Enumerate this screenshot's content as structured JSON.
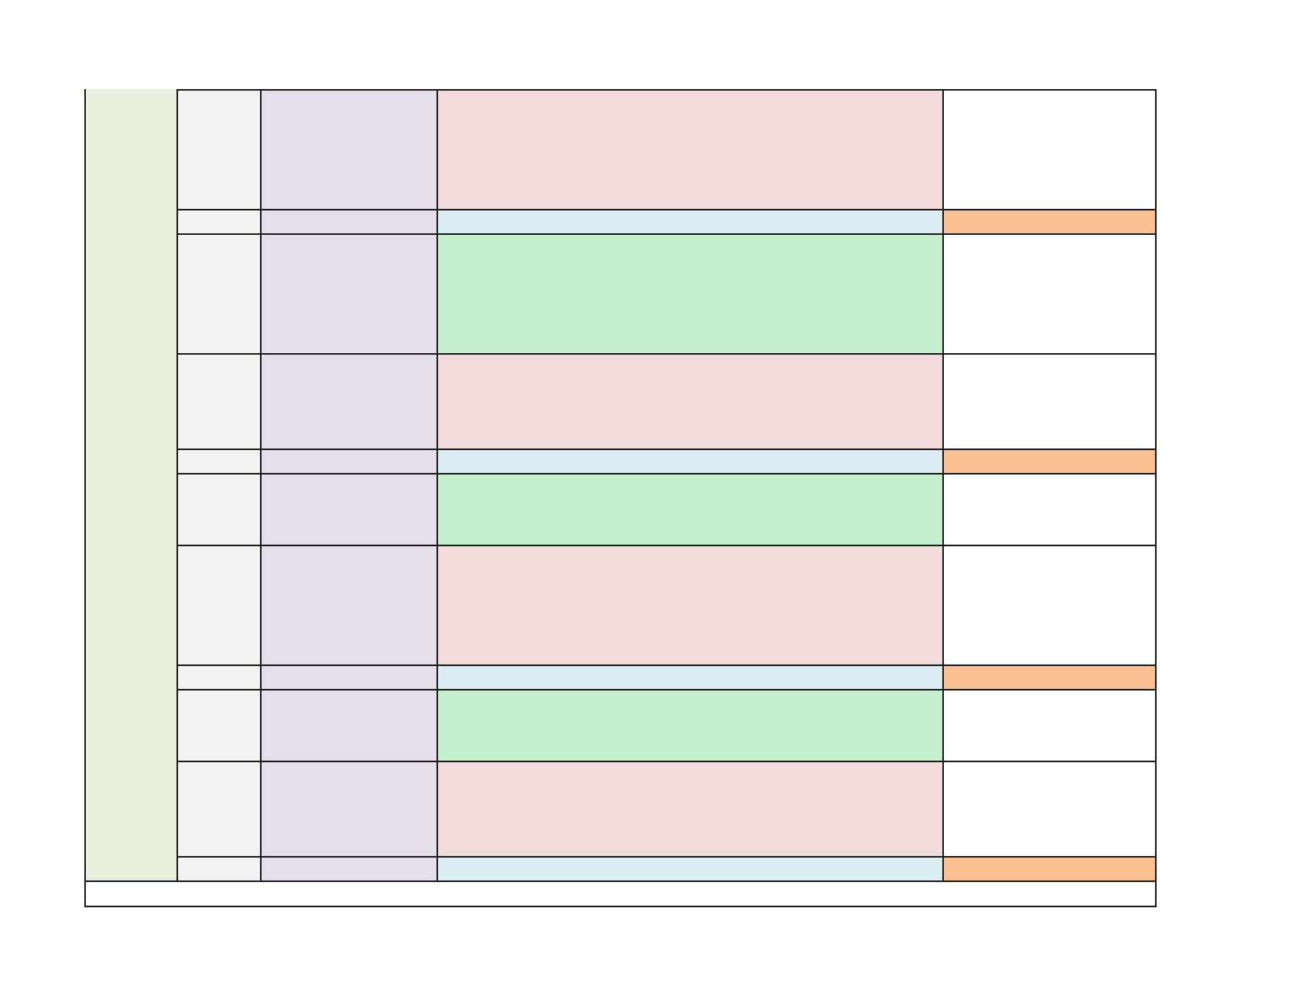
{
  "colors": {
    "side_band": "#e8f0dc",
    "col_narrow": "#f2f2f2",
    "col_label": "#e5dfeb",
    "row_main_pink": "#f2dcdb",
    "row_main_green": "#c6efce",
    "row_thin_blue": "#daedf3",
    "row_thin_orange": "#fac090",
    "col_last_white": "#ffffff",
    "grid_line": "#1a1a1a"
  },
  "rows": [
    {
      "kind": "pink"
    },
    {
      "kind": "thin"
    },
    {
      "kind": "green"
    },
    {
      "kind": "pink"
    },
    {
      "kind": "thin"
    },
    {
      "kind": "green"
    },
    {
      "kind": "pink"
    },
    {
      "kind": "thin"
    },
    {
      "kind": "green"
    },
    {
      "kind": "pink"
    },
    {
      "kind": "thin"
    }
  ],
  "footer_row": {
    "text": ""
  }
}
